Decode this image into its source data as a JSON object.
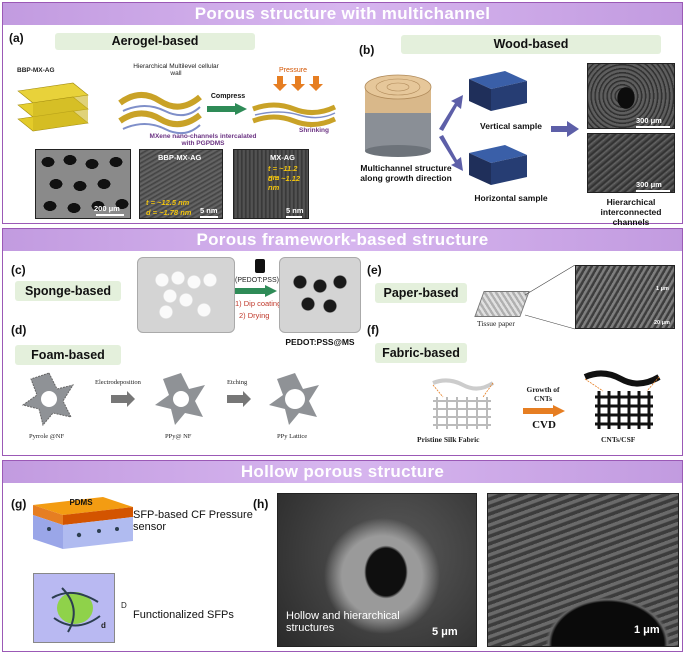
{
  "sections": {
    "multichannel": "Porous structure with multichannel",
    "framework": "Porous framework-based structure",
    "hollow": "Hollow porous structure"
  },
  "a": {
    "label": "(a)",
    "title": "Aerogel-based",
    "bbp": "BBP-MX-AG",
    "wall": "Hierarchical Multilevel cellular wall",
    "compress": "Compress",
    "pressure": "Pressure",
    "mxene": "MXene nano-channels intercalated with PGPDMS",
    "shrinking": "Shrinking",
    "s1": "200 μm",
    "s2_title": "BBP-MX-AG",
    "s2_scale": "5 nm",
    "s2_t": "t = ~12.5 nm",
    "s2_d": "d = ~1.78 nm",
    "s3_title": "MX-AG",
    "s3_t": "t = ~11.2 nm",
    "s3_d": "d = ~1.12 nm",
    "s3_scale": "5 nm"
  },
  "b": {
    "label": "(b)",
    "title": "Wood-based",
    "vertical": "Vertical sample",
    "horizontal": "Horizontal sample",
    "multi": "Multichannel structure along growth direction",
    "hier": "Hierarchical interconnected channels",
    "s1": "300 μm",
    "s2": "300 μm"
  },
  "c": {
    "label": "(c)",
    "title": "Sponge-based",
    "pedot": "(PEDOT:PSS)",
    "dip": "1) Dip coating",
    "dry": "2) Drying",
    "result": "PEDOT:PSS@MS"
  },
  "d": {
    "label": "(d)",
    "title": "Foam-based",
    "electro": "Electrodeposition",
    "etching": "Etching",
    "p1": "Pyrrole @NF",
    "p2": "PPy@ NF",
    "p3": "PPy Lattice"
  },
  "e": {
    "label": "(e)",
    "title": "Paper-based",
    "tissue": "Tissue paper",
    "s1": "1 μm",
    "s2": "20 μm"
  },
  "f": {
    "label": "(f)",
    "title": "Fabric-based",
    "growth": "Growth of CNTs",
    "cvd": "CVD",
    "silk": "Pristine Silk Fabric",
    "csf": "CNTs/CSF"
  },
  "g": {
    "label": "(g)",
    "pdms": "PDMS",
    "sfp": "SFP-based CF Pressure sensor",
    "func": "Functionalized SFPs",
    "D": "D",
    "d": "d"
  },
  "h": {
    "label": "(h)",
    "hollow": "Hollow and hierarchical structures",
    "s1": "5 μm",
    "s2": "1 μm"
  },
  "colors": {
    "banner": "#c29be0",
    "pill": "#e4f0dc",
    "frame": "#9b59b6",
    "red": "#c0392b",
    "arrow": "#2e8b57"
  }
}
